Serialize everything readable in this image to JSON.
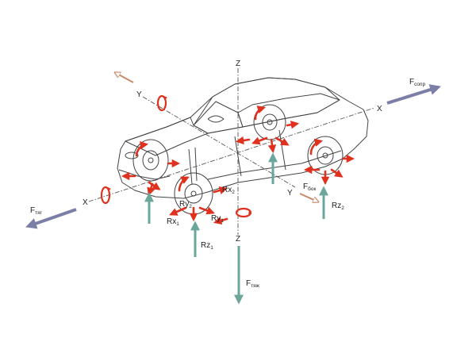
{
  "colors": {
    "background": "#ffffff",
    "outline": "#444444",
    "axis": "#555555",
    "force_red": "#e0301e",
    "reaction_teal": "#6aa79a",
    "drive_force_slate": "#7b7fa8",
    "lateral_force": "#c98a6c"
  },
  "axes": {
    "z_top": "Z",
    "z_bottom": "Z",
    "y_rear": "Y",
    "y_front": "Y",
    "x_right": "X",
    "x_left": "X"
  },
  "forces": {
    "traction": {
      "main": "F",
      "sub": "тяг"
    },
    "resistance": {
      "main": "F",
      "sub": "сопр"
    },
    "lateral": {
      "main": "F",
      "sub": "бок"
    },
    "gravity": {
      "main": "F",
      "sub": "тяж"
    }
  },
  "reactions": {
    "rz1": {
      "main": "Rz",
      "sub": "1"
    },
    "rz2": {
      "main": "Rz",
      "sub": "2"
    },
    "rx1": {
      "main": "Rx",
      "sub": "1"
    },
    "rx2": {
      "main": "Rx",
      "sub": "2"
    },
    "ry1": {
      "main": "Ry",
      "sub": "1"
    },
    "ry2": {
      "main": "Ry",
      "sub": "2"
    }
  }
}
